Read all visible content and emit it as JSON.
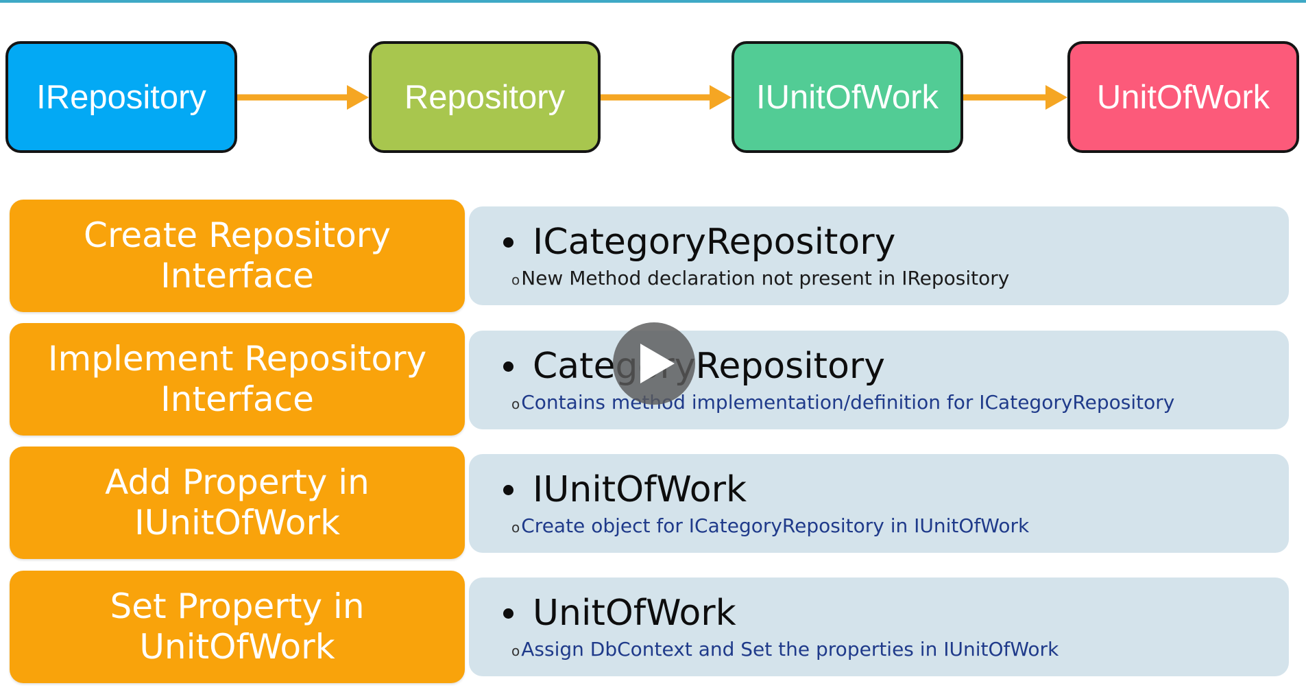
{
  "colors": {
    "top_rule": "#3fa9c6",
    "arrow": "#f5a623",
    "step_label_bg": "#f9a30b",
    "panel_bg": "#d4e3eb",
    "title_text": "#0d0d0d",
    "subtitle_text_dark": "#1a1a1a",
    "subtitle_text_blue": "#1f3a8a"
  },
  "flow": {
    "boxes": [
      {
        "label": "IRepository",
        "color": "#03a9f4"
      },
      {
        "label": "Repository",
        "color": "#a8c64e"
      },
      {
        "label": "IUnitOfWork",
        "color": "#52cc95"
      },
      {
        "label": "UnitOfWork",
        "color": "#fc5a7a"
      }
    ],
    "connector_icon": "arrow-right-icon"
  },
  "steps": [
    {
      "label": "Create Repository\nInterface",
      "title": "ICategoryRepository",
      "marker": "o",
      "subtitle": "New Method declaration not present in IRepository",
      "subtitle_color": "#1a1a1a"
    },
    {
      "label": "Implement Repository\nInterface",
      "title": "CategoryRepository",
      "marker": "o",
      "subtitle": "Contains method implementation/definition for ICategoryRepository",
      "subtitle_color": "#1f3a8a"
    },
    {
      "label": "Add Property in\nIUnitOfWork",
      "title": "IUnitOfWork",
      "marker": "o",
      "subtitle": "Create object for ICategoryRepository in IUnitOfWork",
      "subtitle_color": "#1f3a8a"
    },
    {
      "label": "Set Property in\nUnitOfWork",
      "title": "UnitOfWork",
      "marker": "o",
      "subtitle": "Assign DbContext and Set the properties in IUnitOfWork",
      "subtitle_color": "#1f3a8a"
    }
  ],
  "overlay": {
    "play_icon": "play-icon"
  }
}
